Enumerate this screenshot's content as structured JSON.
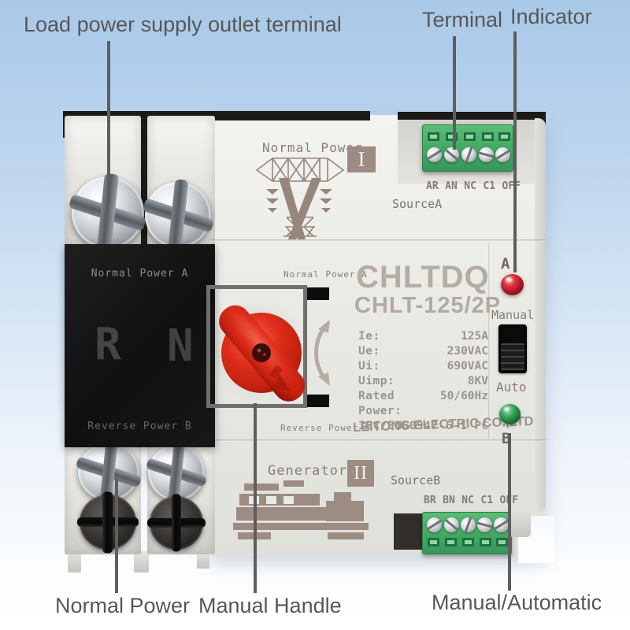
{
  "callouts": {
    "load_terminal": "Load power supply outlet terminal",
    "terminal": "Terminal",
    "indicator": "Indicator",
    "normal_power": "Normal Power",
    "manual_handle": "Manual Handle",
    "manual_automatic": "Manual/Automatic"
  },
  "device": {
    "left_panel": {
      "top_label": "Normal Power A",
      "letter_r": "R",
      "letter_n": "N",
      "bottom_label": "Reverse Power B"
    },
    "top_section": {
      "label": "Normal Power",
      "badge": "I",
      "source": "SourceA",
      "pins": [
        "AR",
        "AN",
        "NC",
        "C1",
        "OFF"
      ]
    },
    "handle_area": {
      "top_label": "Normal Power A",
      "bottom_label": "Reverse Power B"
    },
    "brand": {
      "name": "CHLTDQ",
      "model": "CHLT-125/2P",
      "specs": [
        {
          "label": "Ie:",
          "value": "125A"
        },
        {
          "label": "Ue:",
          "value": "230VAC"
        },
        {
          "label": "Ui:",
          "value": "690VAC"
        },
        {
          "label": "Uimp:",
          "value": "8KV"
        },
        {
          "label": "Rated Power:",
          "value": "50/60Hz"
        },
        {
          "label": "IEC/EN60947-6-1",
          "value": "PC"
        }
      ],
      "company": "LEITONG ELECTRIC CO.,LTD"
    },
    "right_column": {
      "led_a_label": "A",
      "manual": "Manual",
      "auto": "Auto",
      "led_b_label": "B"
    },
    "bottom_section": {
      "label": "Generator",
      "badge": "II",
      "source": "SourceB",
      "pins": [
        "BR",
        "BN",
        "NC",
        "C1",
        "OFF"
      ]
    }
  },
  "colors": {
    "handle_red": "#d92a18",
    "terminal_green": "#46ab66",
    "led_red": "#c21f2a",
    "led_green": "#2f9e4f",
    "print_brown": "#8a7d73",
    "callout_gray": "#575757",
    "background_blue": "#a8c9e8"
  }
}
